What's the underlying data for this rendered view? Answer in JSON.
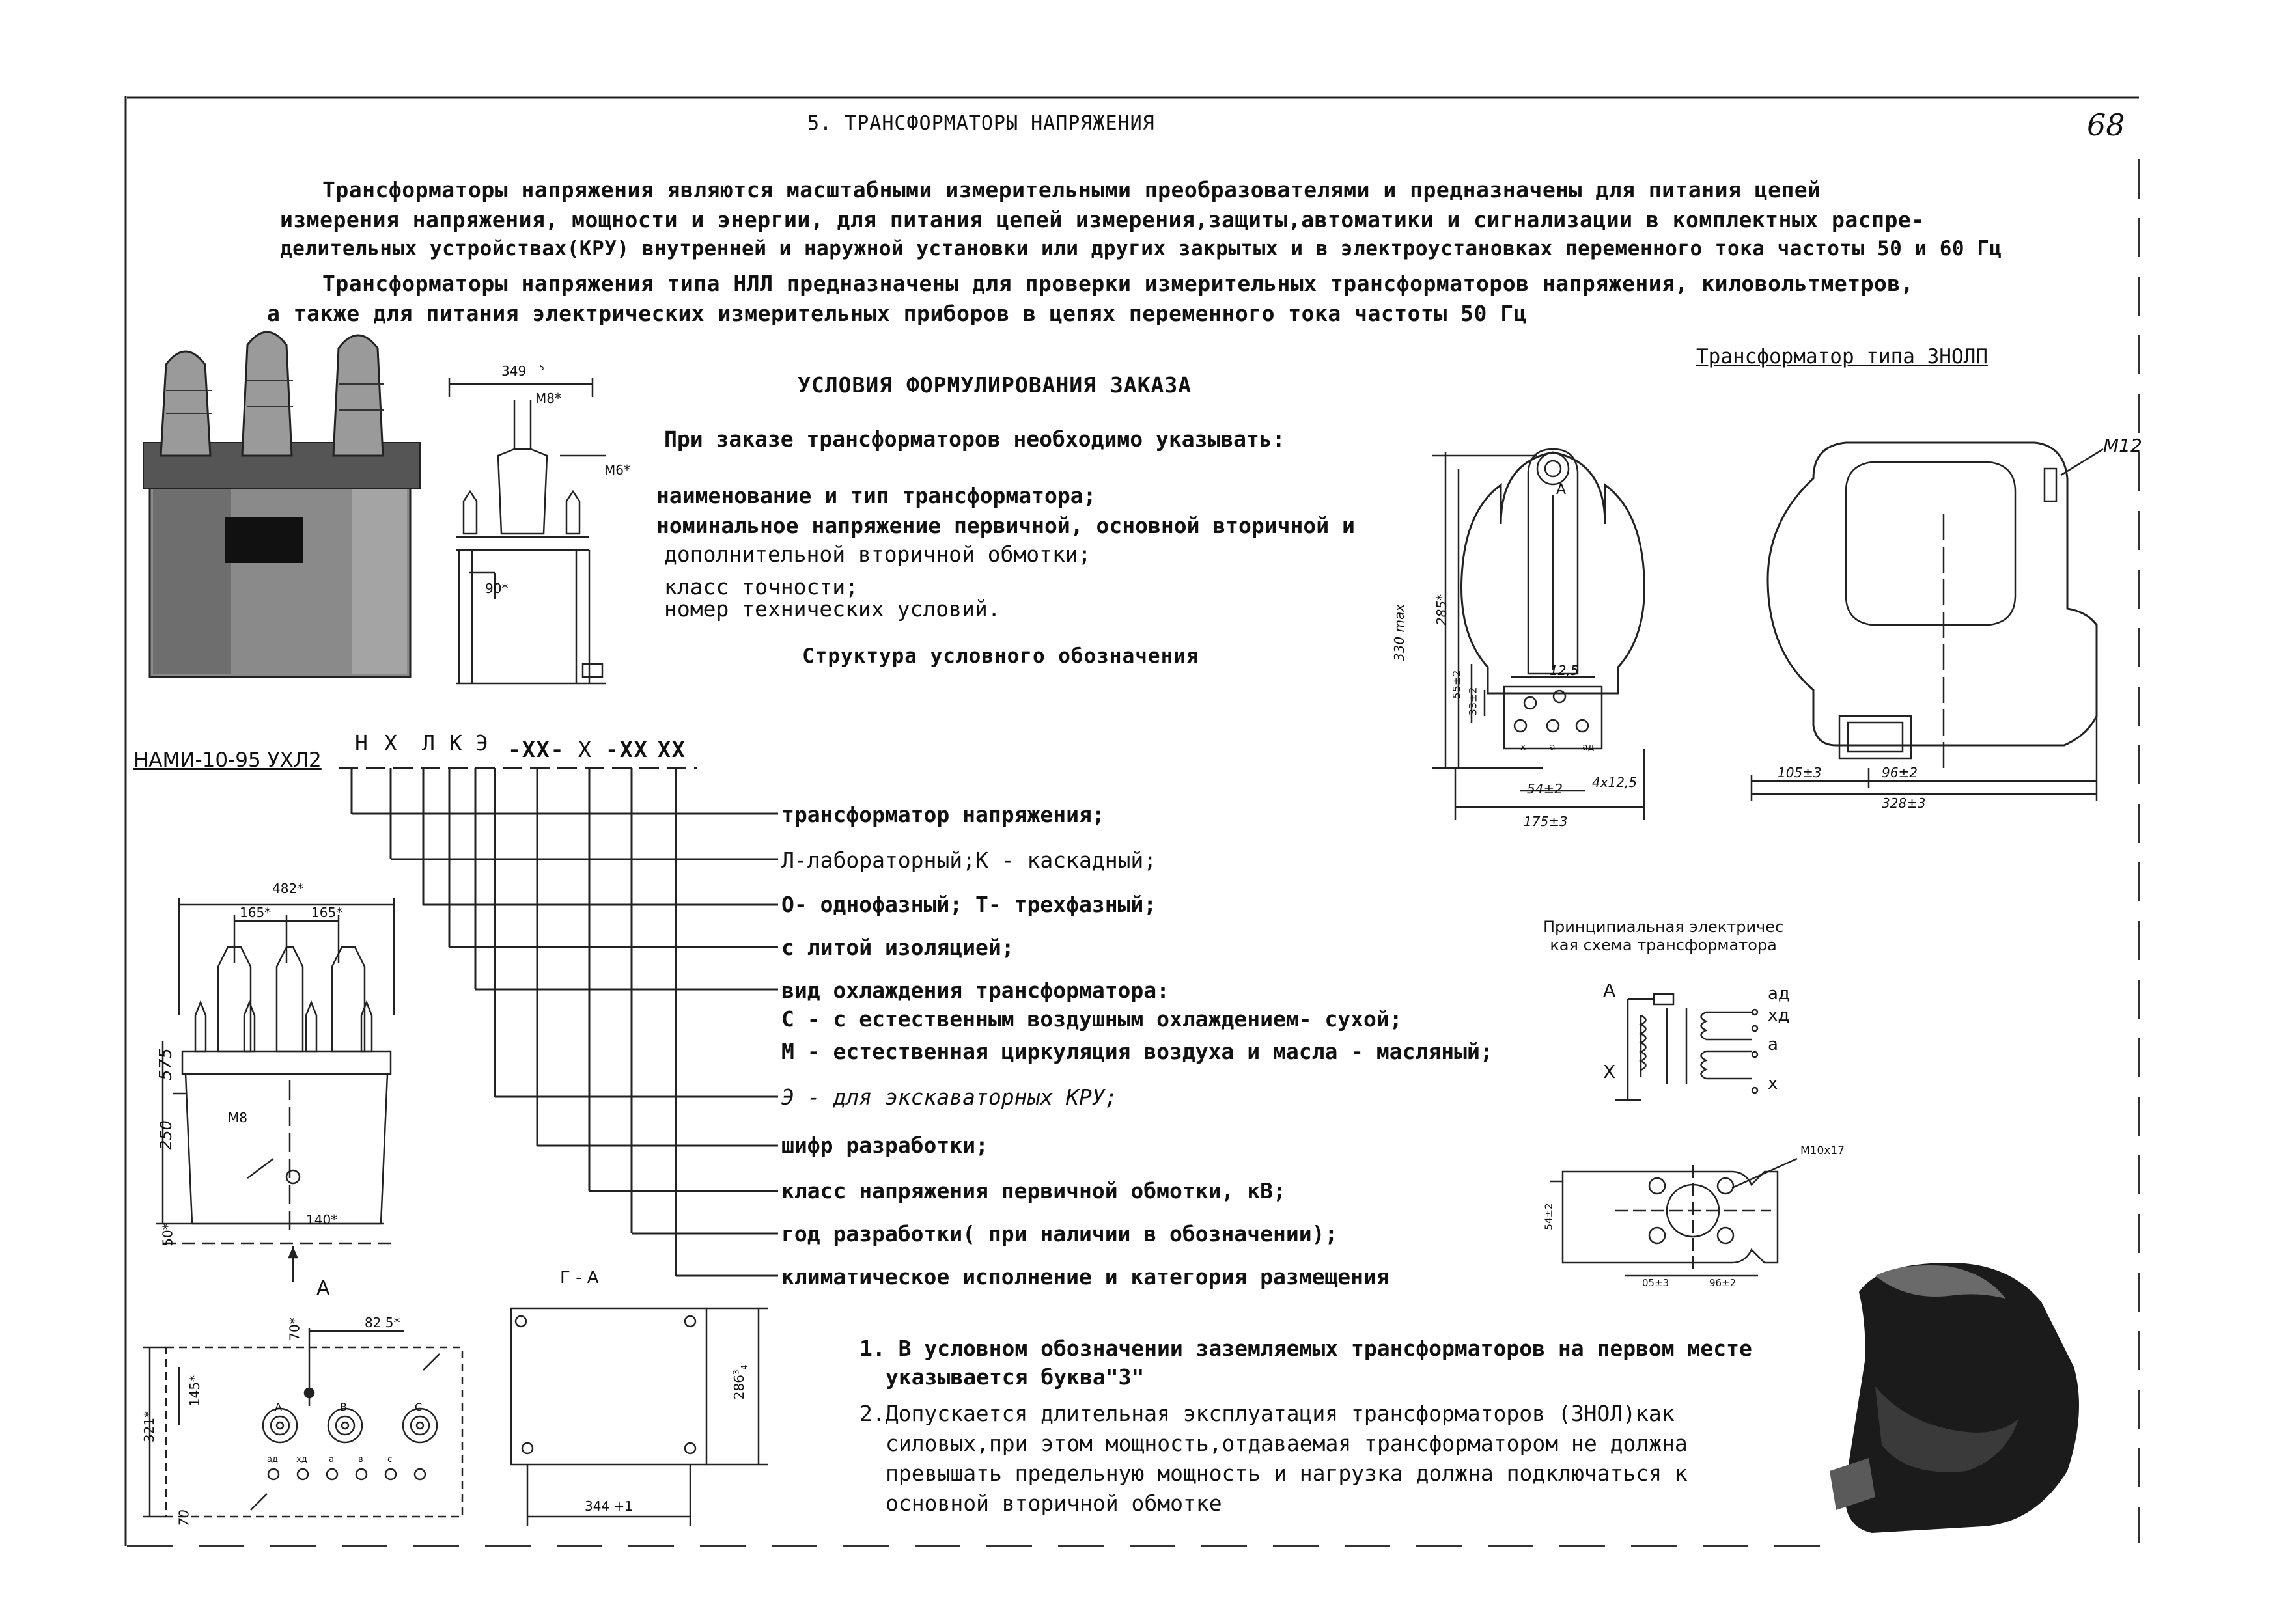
{
  "page": {
    "header": "5. ТРАНСФОРМАТОРЫ НАПРЯЖЕНИЯ",
    "page_number": "68"
  },
  "intro": [
    "Трансформаторы напряжения являются масштабными измерительными преобразователями и предназначены для питания цепей",
    "измерения напряжения, мощности и энергии, для питания цепей измерения,защиты,автоматики и сигнализации в комплектных распре-",
    "делительных устройствах(КРУ) внутренней и наружной установки или других закрытых и в электроустановках переменного тока частоты 50 и 60 Гц",
    "Трансформаторы напряжения типа НЛЛ предназначены для проверки измерительных трансформаторов напряжения, киловольтметров,",
    "а также для питания электрических измерительных приборов в цепях переменного тока частоты 50 Гц"
  ],
  "order": {
    "title": "УСЛОВИЯ ФОРМУЛИРОВАНИЯ ЗАКАЗА",
    "lead": "При заказе трансформаторов необходимо указывать:",
    "items": [
      "наименование и тип трансформатора;",
      "номинальное напряжение первичной, основной вторичной и",
      "дополнительной вторичной обмотки;",
      "класс точности;",
      "номер технических условий."
    ],
    "structure_title": "Структура условного обозначения"
  },
  "designation": {
    "model": "НАМИ-10-95 УХЛ2",
    "code": [
      "Н",
      "Х",
      "Л",
      "К",
      "Э",
      "-ХХ-",
      "Х",
      "-ХХ",
      "ХХ"
    ],
    "legend": [
      "трансформатор напряжения;",
      "Л-лабораторный;К - каскадный;",
      "О- однофазный; Т- трехфазный;",
      "с литой изоляцией;",
      "вид охлаждения трансформатора:",
      "С - с естественным воздушным охлаждением- сухой;",
      "М - естественная циркуляция воздуха и масла - масляный;",
      "Э - для экскаваторных КРУ;",
      "шифр разработки;",
      "класс напряжения первичной обмотки, кВ;",
      "год разработки( при наличии в обозначении);",
      "климатическое исполнение и категория размещения"
    ]
  },
  "notes": [
    "1. В условном обозначении заземляемых трансформаторов на первом месте",
    "указывается буква\"З\"",
    "2.Допускается длительная эксплуатация трансформаторов (ЗНОЛ)как",
    "силовых,при этом мощность,отдаваемая трансформатором не должна",
    "превышать предельную мощность и нагрузка должна подключаться к",
    "основной вторичной обмотке"
  ],
  "znol": {
    "title": "Трансформатор типа ЗНОЛП",
    "dims": {
      "h330": "330 max",
      "h285": "285*",
      "w12_5": "12,5",
      "d55": "55±2",
      "d33": "33±2",
      "d54": "54±2",
      "d4x": "4х12,5",
      "w175": "175±3",
      "m12": "М12",
      "w105": "105±3",
      "w96": "96±2",
      "w328": "328±3"
    },
    "terminal_a": "А",
    "terminal_labels": [
      "х",
      "а",
      "ад"
    ]
  },
  "scheme": {
    "title_1": "Принципиальная электричес",
    "title_2": "кая схема трансформатора",
    "labels": {
      "A": "А",
      "X": "Х",
      "ad": "ад",
      "xd": "хд",
      "a": "а",
      "x": "х"
    },
    "base_dims": {
      "m10": "М10х17",
      "h54": "54±2",
      "w105": "05±3",
      "w96": "96±2"
    }
  },
  "nami": {
    "dims": {
      "top_w": "349",
      "top_sup": "5",
      "m8_top": "М8*",
      "m6": "М6*",
      "angle": "90*",
      "front_w": "482*",
      "pitch1": "165*",
      "pitch2": "165*",
      "h575": "575",
      "h250": "250",
      "m8": "М8",
      "w140": "140*",
      "b50": "50*",
      "view_a": "А",
      "d70": "70*",
      "d82": "82 5*",
      "h145": "145*",
      "h321": "321*",
      "b70": "70",
      "section": "Г - А",
      "h286": "286",
      "h286_sup": "3",
      "h286_sub": "4",
      "w344": "344 +1"
    },
    "phase_labels": [
      "А",
      "В",
      "С"
    ],
    "lower_labels": [
      "ад",
      "хд",
      "а",
      "в",
      "с"
    ]
  }
}
